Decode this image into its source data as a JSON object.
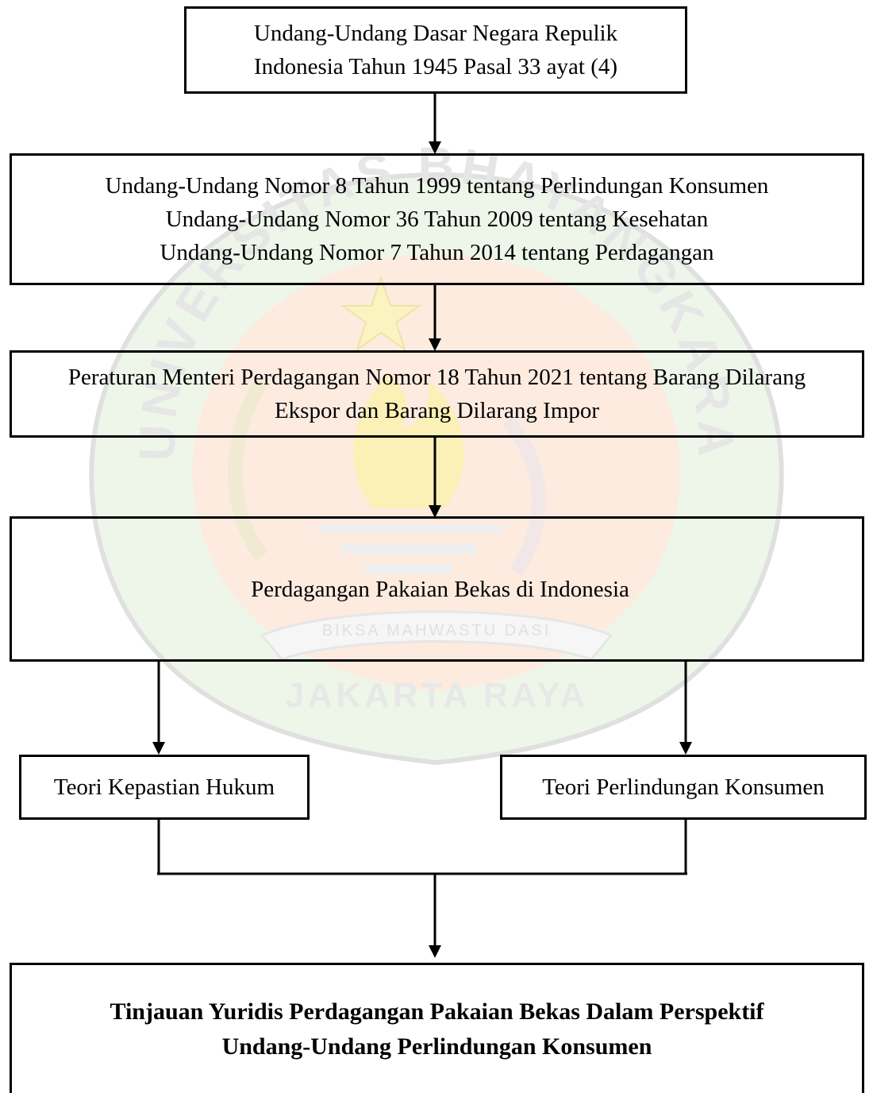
{
  "boxes": {
    "constitution": [
      "Undang-Undang Dasar Negara Repulik",
      "Indonesia Tahun 1945 Pasal 33 ayat (4)"
    ],
    "laws": [
      "Undang-Undang Nomor 8 Tahun 1999 tentang Perlindungan Konsumen",
      "Undang-Undang Nomor 36 Tahun 2009 tentang Kesehatan",
      "Undang-Undang Nomor 7 Tahun 2014 tentang Perdagangan"
    ],
    "regulation": [
      "Peraturan Menteri Perdagangan Nomor 18 Tahun 2021 tentang Barang Dilarang",
      "Ekspor dan Barang Dilarang Impor"
    ],
    "topic": "Perdagangan Pakaian Bekas di Indonesia",
    "theory_left": "Teori Kepastian Hukum",
    "theory_right": "Teori Perlindungan Konsumen",
    "conclusion": [
      "Tinjauan Yuridis Perdagangan Pakaian Bekas Dalam Perspektif",
      "Undang-Undang Perlindungan Konsumen"
    ]
  },
  "watermark": {
    "arc_text": "UNIVERSITAS BHAYANGKARA",
    "motto": "BIKSA MAHWASTU DASI",
    "name": "JAKARTA RAYA",
    "colors": {
      "green": "#e8f3e2",
      "orange": "#fde6d6",
      "yellow": "#faf0b8",
      "text": "#e3e3e3"
    }
  },
  "colors": {
    "line": "#000000",
    "background": "#ffffff"
  }
}
